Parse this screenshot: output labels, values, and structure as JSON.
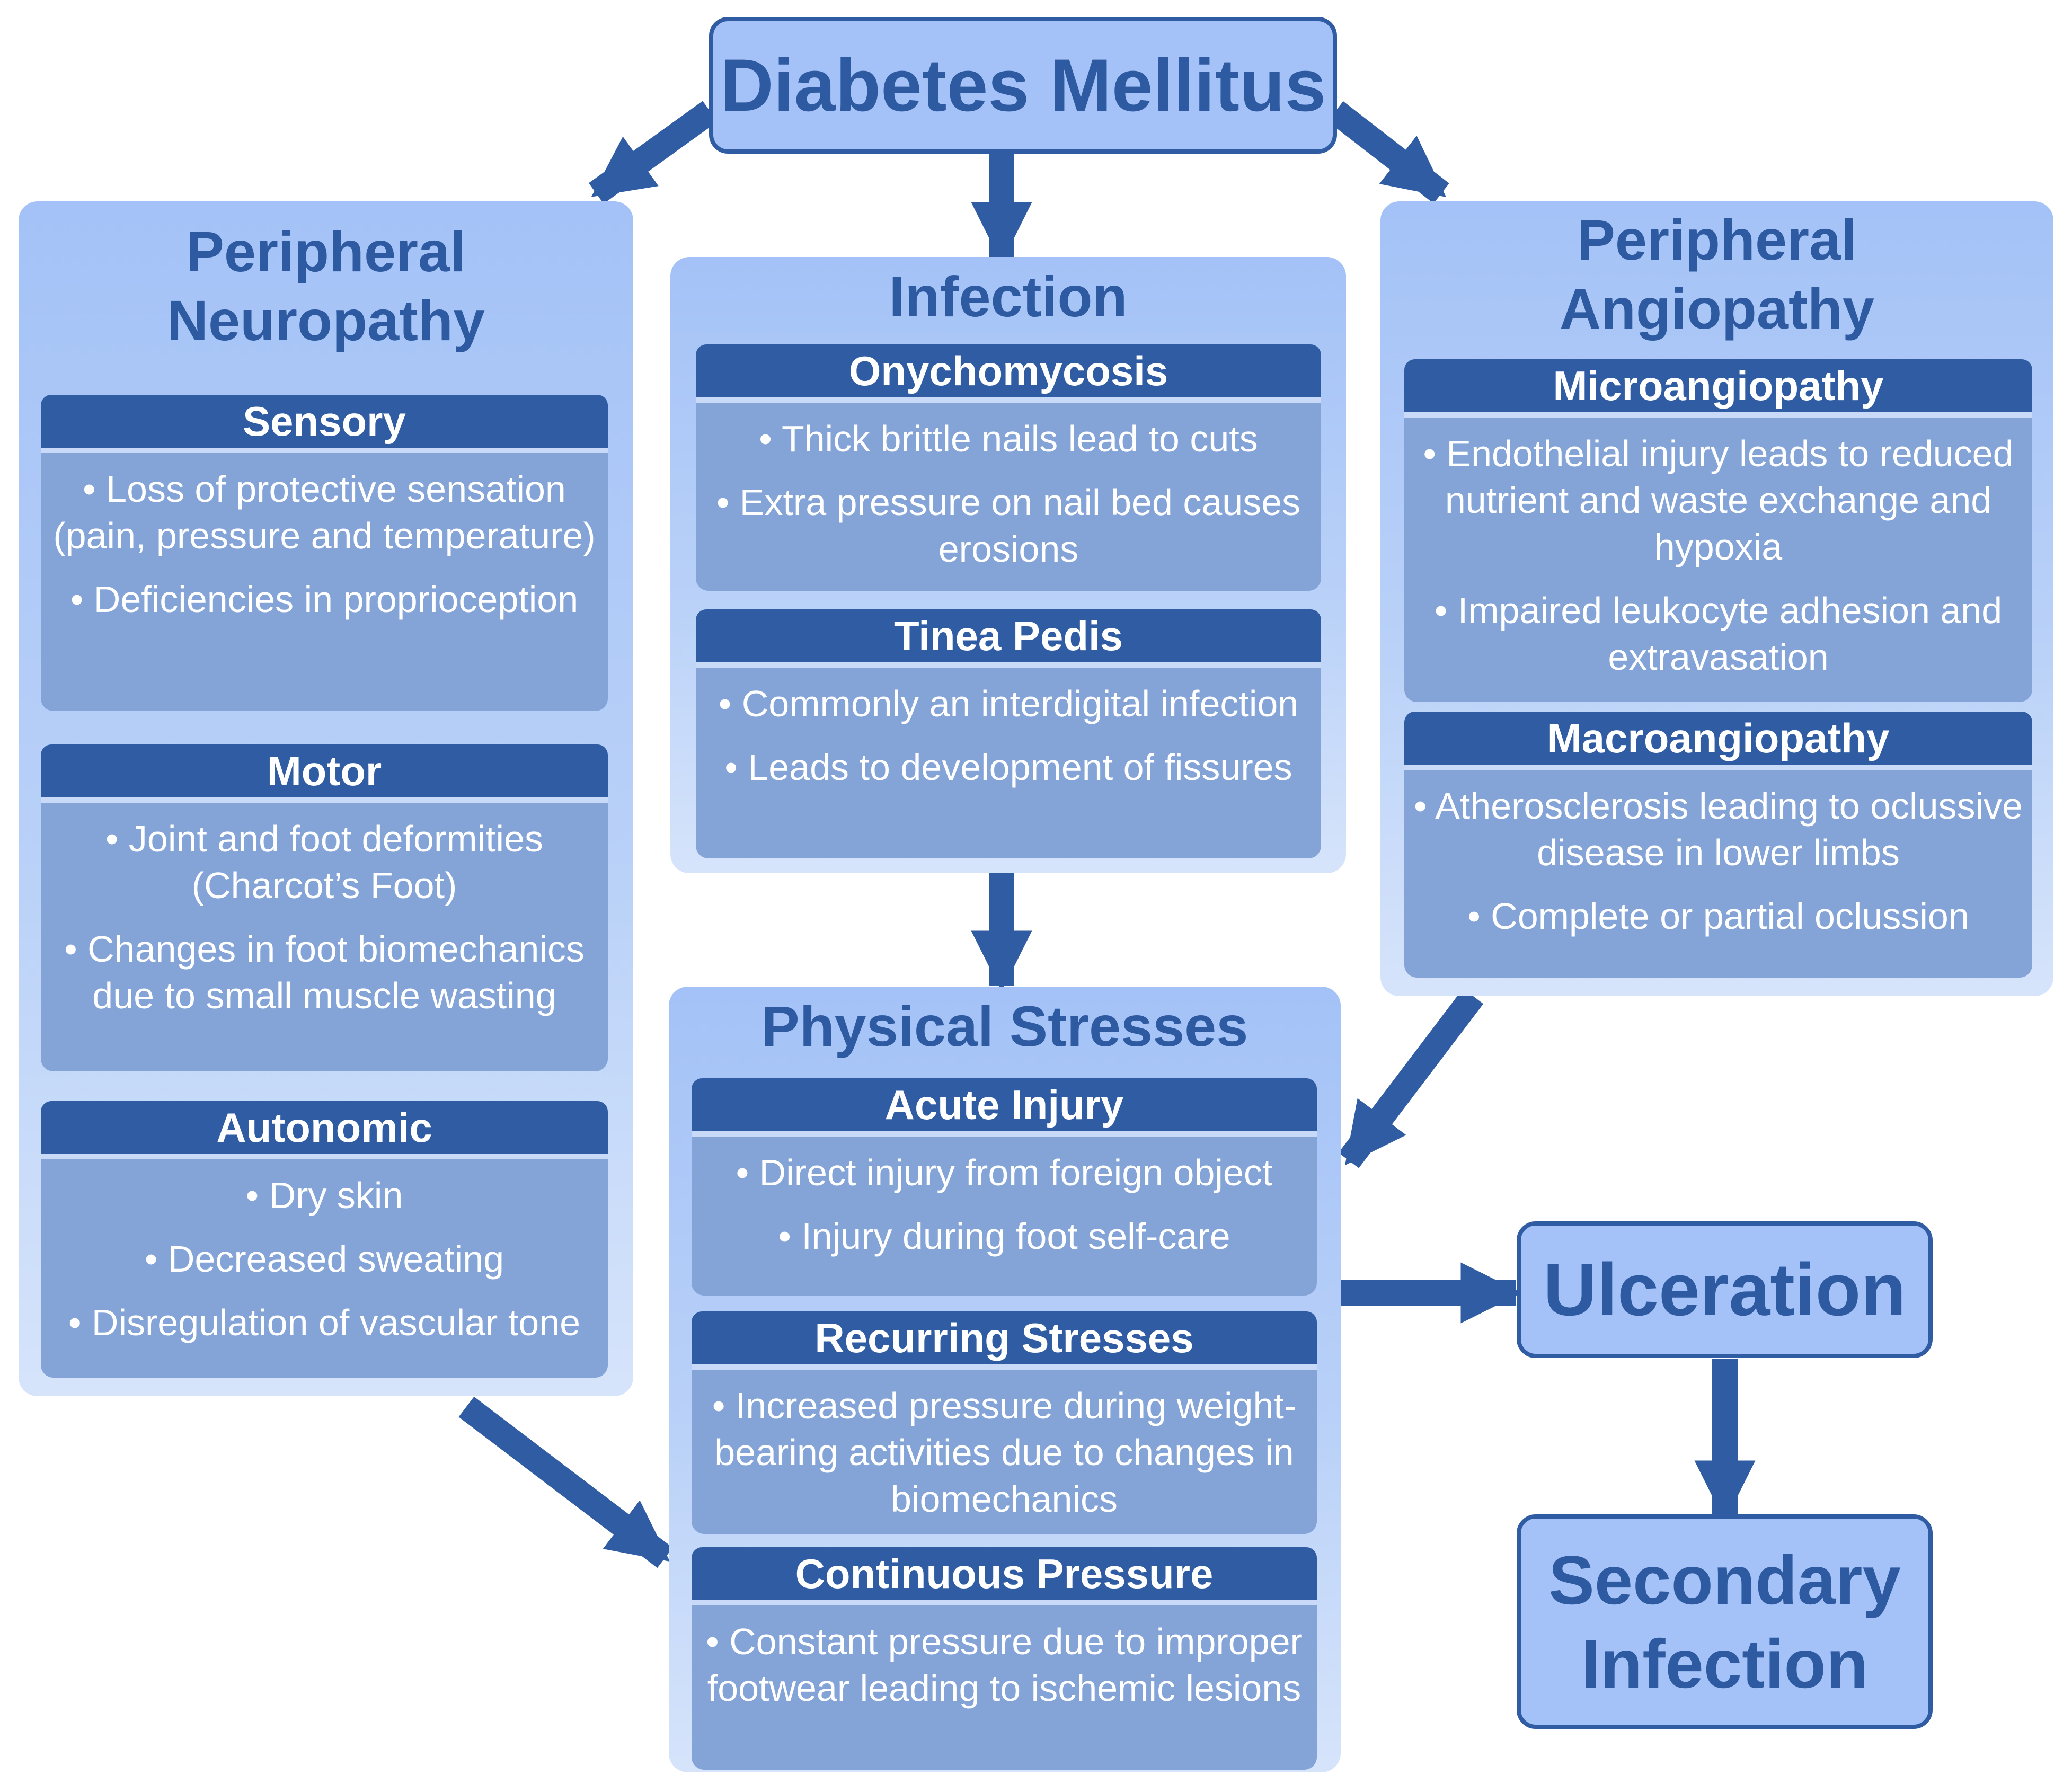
{
  "diagram": {
    "root": {
      "label": "Diabetes Mellitus"
    },
    "neuropathy": {
      "title": "Peripheral Neuropathy",
      "sections": [
        {
          "header": "Sensory",
          "items": [
            "• Loss of protective sensation (pain, pressure and temperature)",
            "• Deficiencies in proprioception"
          ]
        },
        {
          "header": "Motor",
          "items": [
            "• Joint and foot deformities (Charcot’s Foot)",
            "• Changes in foot biomechanics due to small muscle wasting"
          ]
        },
        {
          "header": "Autonomic",
          "items": [
            "• Dry skin",
            "• Decreased sweating",
            "• Disregulation of vascular tone"
          ]
        }
      ]
    },
    "infection": {
      "title": "Infection",
      "sections": [
        {
          "header": "Onychomycosis",
          "items": [
            "• Thick brittle nails lead to cuts",
            "• Extra pressure on nail bed causes erosions"
          ]
        },
        {
          "header": "Tinea Pedis",
          "items": [
            "• Commonly an interdigital infection",
            "• Leads to development of fissures"
          ]
        }
      ]
    },
    "angiopathy": {
      "title": "Peripheral Angiopathy",
      "sections": [
        {
          "header": "Microangiopathy",
          "items": [
            "• Endothelial injury leads to reduced nutrient and waste exchange and hypoxia",
            "• Impaired leukocyte adhesion and extravasation"
          ]
        },
        {
          "header": "Macroangiopathy",
          "items": [
            "• Atherosclerosis leading to oclussive disease in lower limbs",
            "• Complete or partial oclussion"
          ]
        }
      ]
    },
    "stresses": {
      "title": "Physical Stresses",
      "sections": [
        {
          "header": "Acute Injury",
          "items": [
            "• Direct injury from foreign object",
            "• Injury during foot self-care"
          ]
        },
        {
          "header": "Recurring Stresses",
          "items": [
            "• Increased pressure during weight-bearing activities due to changes in biomechanics"
          ]
        },
        {
          "header": "Continuous Pressure",
          "items": [
            "• Constant pressure due to improper footwear leading to ischemic lesions"
          ]
        }
      ]
    },
    "ulceration": {
      "label": "Ulceration"
    },
    "secondary_infection": {
      "label": "Secondary Infection"
    },
    "colors": {
      "panel": "#a4c2f7",
      "header": "#2f5ca3",
      "card_body": "#84a4d8",
      "arrow": "#2f5ca3",
      "title_text": "#2d5aa0"
    }
  }
}
